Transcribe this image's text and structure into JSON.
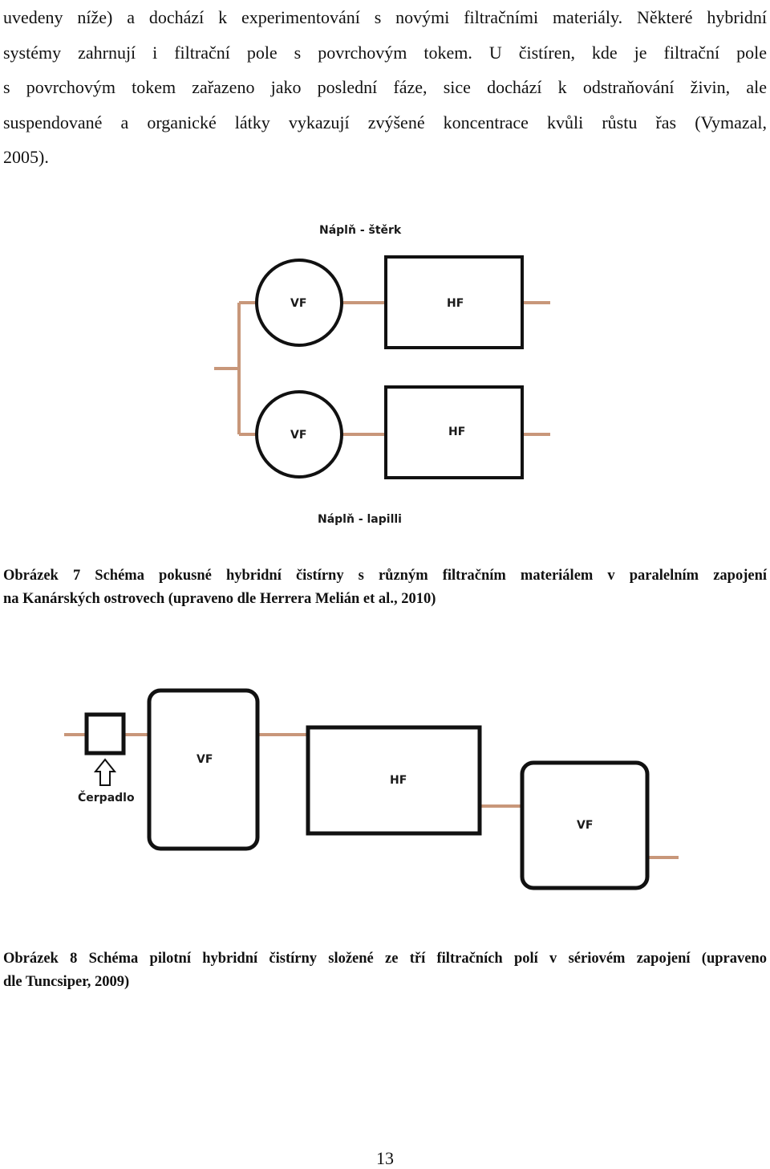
{
  "paragraph": {
    "lines": [
      "uvedeny níže) a dochází k experimentování s novými filtračními materiály. Některé hybridní",
      "systémy zahrnují i filtrační pole s povrchovým tokem. U čistíren, kde je filtrační pole",
      "s povrchovým tokem zařazeno jako poslední fáze, sice dochází k odstraňování živin, ale",
      "suspendované a organické látky vykazují zvýšené koncentrace kvůli růstu řas (Vymazal,",
      "2005)."
    ]
  },
  "figure7": {
    "label_top": "Náplň - štěrk",
    "label_bottom": "Náplň - lapilli",
    "vf_top": "VF",
    "hf_top": "HF",
    "vf_bottom": "VF",
    "hf_bottom": "HF",
    "pipe_color": "#c8977a",
    "caption_lines": [
      "Obrázek 7 Schéma pokusné hybridní čistírny s různým filtračním materiálem v paralelním zapojení",
      "na Kanárských ostrovech (upraveno dle Herrera Melián et al., 2010)"
    ]
  },
  "figure8": {
    "vf1": "VF",
    "hf": "HF",
    "vf2": "VF",
    "pump_label": "Čerpadlo",
    "pipe_color": "#c8977a",
    "caption_lines": [
      "Obrázek 8 Schéma pilotní hybridní čistírny složené ze tří filtračních polí v sériovém zapojení (upraveno",
      "dle Tuncsiper, 2009)"
    ]
  },
  "page_number": "13"
}
